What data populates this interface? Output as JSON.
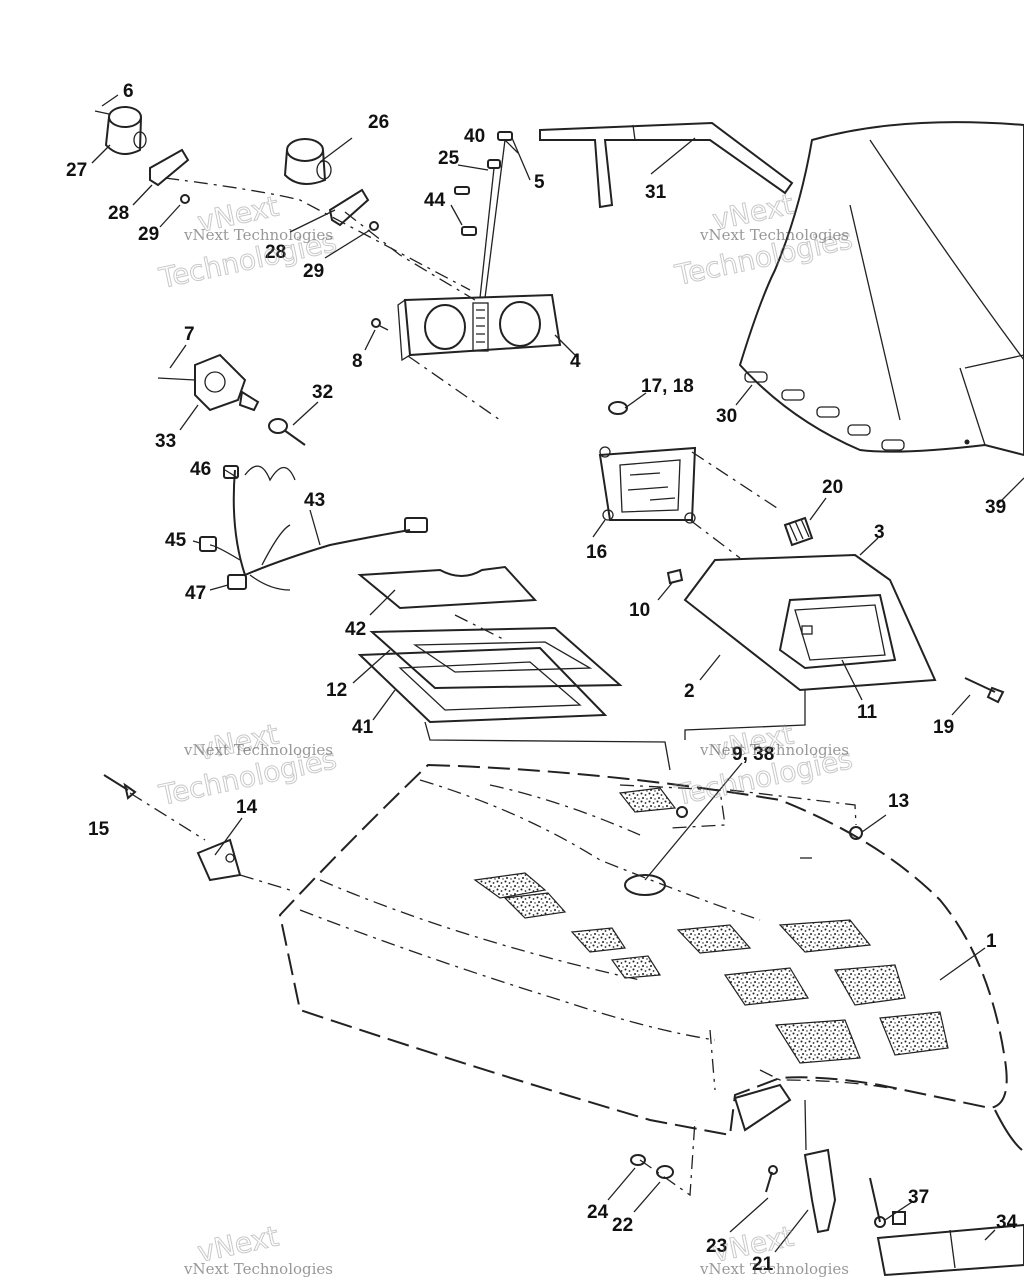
{
  "watermark": {
    "small": "vNext Technologies",
    "large_top": "vNext",
    "large_bottom": "Technologies"
  },
  "callouts": {
    "c1": "1",
    "c2": "2",
    "c3": "3",
    "c4": "4",
    "c5": "5",
    "c6": "6",
    "c7": "7",
    "c8": "8",
    "c9_38": "9, 38",
    "c10": "10",
    "c11": "11",
    "c12": "12",
    "c13": "13",
    "c14": "14",
    "c15": "15",
    "c16": "16",
    "c17_18": "17, 18",
    "c19": "19",
    "c20": "20",
    "c21": "21",
    "c22": "22",
    "c23": "23",
    "c24": "24",
    "c25": "25",
    "c26": "26",
    "c27": "27",
    "c28a": "28",
    "c28b": "28",
    "c29a": "29",
    "c29b": "29",
    "c30": "30",
    "c31": "31",
    "c32": "32",
    "c33": "33",
    "c34": "34",
    "c37": "37",
    "c39": "39",
    "c40": "40",
    "c41": "41",
    "c42": "42",
    "c43": "43",
    "c44": "44",
    "c45": "45",
    "c46": "46",
    "c47": "47"
  }
}
